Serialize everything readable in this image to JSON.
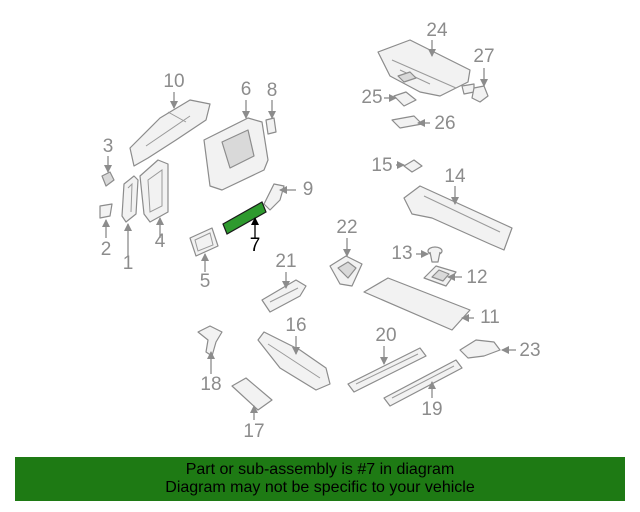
{
  "highlight_color": "#2e9a2e",
  "banner_color": "#1e7a14",
  "callouts": {
    "c1": "1",
    "c2": "2",
    "c3": "3",
    "c4": "4",
    "c5": "5",
    "c6": "6",
    "c7": "7",
    "c8": "8",
    "c9": "9",
    "c10": "10",
    "c11": "11",
    "c12": "12",
    "c13": "13",
    "c14": "14",
    "c15": "15",
    "c16": "16",
    "c17": "17",
    "c18": "18",
    "c19": "19",
    "c20": "20",
    "c21": "21",
    "c22": "22",
    "c23": "23",
    "c24": "24",
    "c25": "25",
    "c26": "26",
    "c27": "27"
  },
  "banner": {
    "line1": "Part or sub-assembly is #7 in diagram",
    "line2": "Diagram may not be specific to your vehicle"
  }
}
